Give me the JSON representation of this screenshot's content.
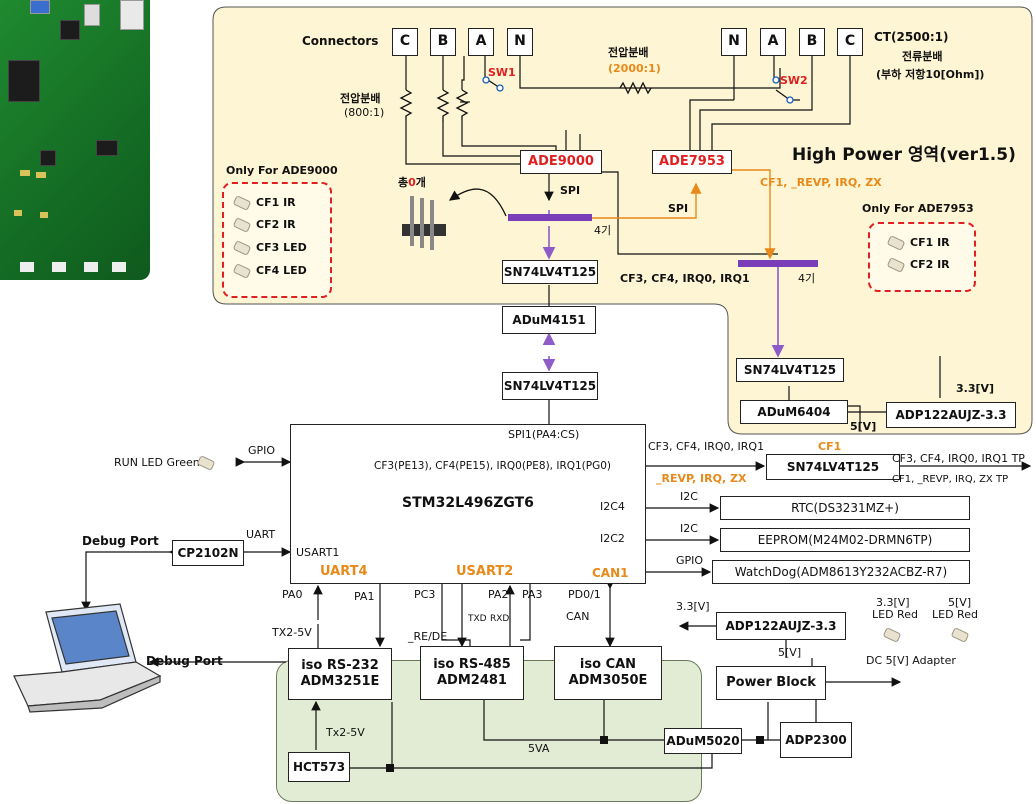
{
  "title": "High Power 영역(ver1.5)",
  "connectors": {
    "label": "Connectors",
    "left": [
      "C",
      "B",
      "A",
      "N"
    ],
    "right": [
      "N",
      "A",
      "B",
      "C"
    ]
  },
  "ct_label": {
    "line1": "CT(2500:1)",
    "line2": "전류분배",
    "line3": "(부하 저항10[Ohm])"
  },
  "divider_left": {
    "line1": "전압분배",
    "line2": "(800:1)"
  },
  "divider_mid": {
    "line1": "전압분배",
    "line2": "(2000:1)"
  },
  "switches": {
    "sw1": "SW1",
    "sw2": "SW2"
  },
  "ade9000_only": {
    "title": "Only For ADE9000",
    "items": [
      "CF1 IR",
      "CF2 IR",
      "CF3 LED",
      "CF4 LED"
    ]
  },
  "ade7953_only": {
    "title": "Only For ADE7953",
    "items": [
      "CF1 IR",
      "CF2 IR"
    ]
  },
  "chips": {
    "ade9000": "ADE9000",
    "ade7953": "ADE7953",
    "sn74_top": "SN74LV4T125",
    "adum4151": "ADuM4151",
    "sn74_mid": "SN74LV4T125",
    "sn74_right": "SN74LV4T125",
    "adum6404": "ADuM6404",
    "adp_top": "ADP122AUJZ-3.3",
    "sn74_cf": "SN74LV4T125",
    "stm32": "STM32L496ZGT6",
    "cp2102": "CP2102N",
    "rtc": "RTC(DS3231MZ+)",
    "eeprom": "EEPROM(M24M02-DRMN6TP)",
    "watchdog": "WatchDog(ADM8613Y232ACBZ-R7)",
    "adp_bottom": "ADP122AUJZ-3.3",
    "power_block": "Power Block",
    "adp2300": "ADP2300",
    "adum5020": "ADuM5020",
    "hct573": "HCT573"
  },
  "iso": {
    "rs232": {
      "l1": "iso RS-232",
      "l2": "ADM3251E"
    },
    "rs485": {
      "l1": "iso RS-485",
      "l2": "ADM2481"
    },
    "can": {
      "l1": "iso CAN",
      "l2": "ADM3050E"
    }
  },
  "labels": {
    "total": "총",
    "total_count": "0",
    "total_unit": "개",
    "spi1": "SPI",
    "spi2": "SPI",
    "count1": "4기",
    "count2": "4기",
    "cf_signals_hp": "CF1, _REVP, IRQ, ZX",
    "cf_signals_low": "CF3, CF4, IRQ0, IRQ1",
    "v33_top": "3.3[V]",
    "v5_top": "5[V]",
    "spi1_pa4": "SPI1(PA4:CS)",
    "cf_row": "CF3(PE13), CF4(PE15), IRQ0(PE8), IRQ1(PG0)",
    "cf_mid": "CF3, CF4, IRQ0, IRQ1",
    "cf1_o": "CF1",
    "revp_o": "_REVP, IRQ, ZX",
    "tp1": "CF3, CF4, IRQ0, IRQ1 TP",
    "tp2": "CF1, _REVP, IRQ, ZX TP",
    "gpio_l": "GPIO",
    "run_led": "RUN LED Green",
    "uart": "UART",
    "usart1": "USART1",
    "debug1": "Debug Port",
    "debug2": "Debug Port",
    "uart4": "UART4",
    "usart2": "USART2",
    "can1": "CAN1",
    "i2c4": "I2C4",
    "i2c2": "I2C2",
    "i2c_a": "I2C",
    "i2c_b": "I2C",
    "gpio_r": "GPIO",
    "pa0": "PA0",
    "pa1": "PA1",
    "pc3": "PC3",
    "pa2": "PA2",
    "pa3": "PA3",
    "pd01": "PD0/1",
    "can": "CAN",
    "tx25": "TX2-5V",
    "rede": "_RE/DE",
    "txd": "TXD",
    "rxd": "RXD",
    "tx25b": "Tx2-5V",
    "v5a": "5VA",
    "v33_b": "3.3[V]",
    "v5_b": "5[V]",
    "led_red1": "3.3[V]",
    "led_red1b": "LED Red",
    "led_red2": "5[V]",
    "led_red2b": "LED Red",
    "dc_adapter": "DC 5[V] Adapter"
  },
  "colors": {
    "hp_bg": "#fdf5d4",
    "iso_bg": "#e2ebd3",
    "spi_purple": "#8e5cc8",
    "orange": "#e88a1a",
    "red": "#e02020"
  }
}
